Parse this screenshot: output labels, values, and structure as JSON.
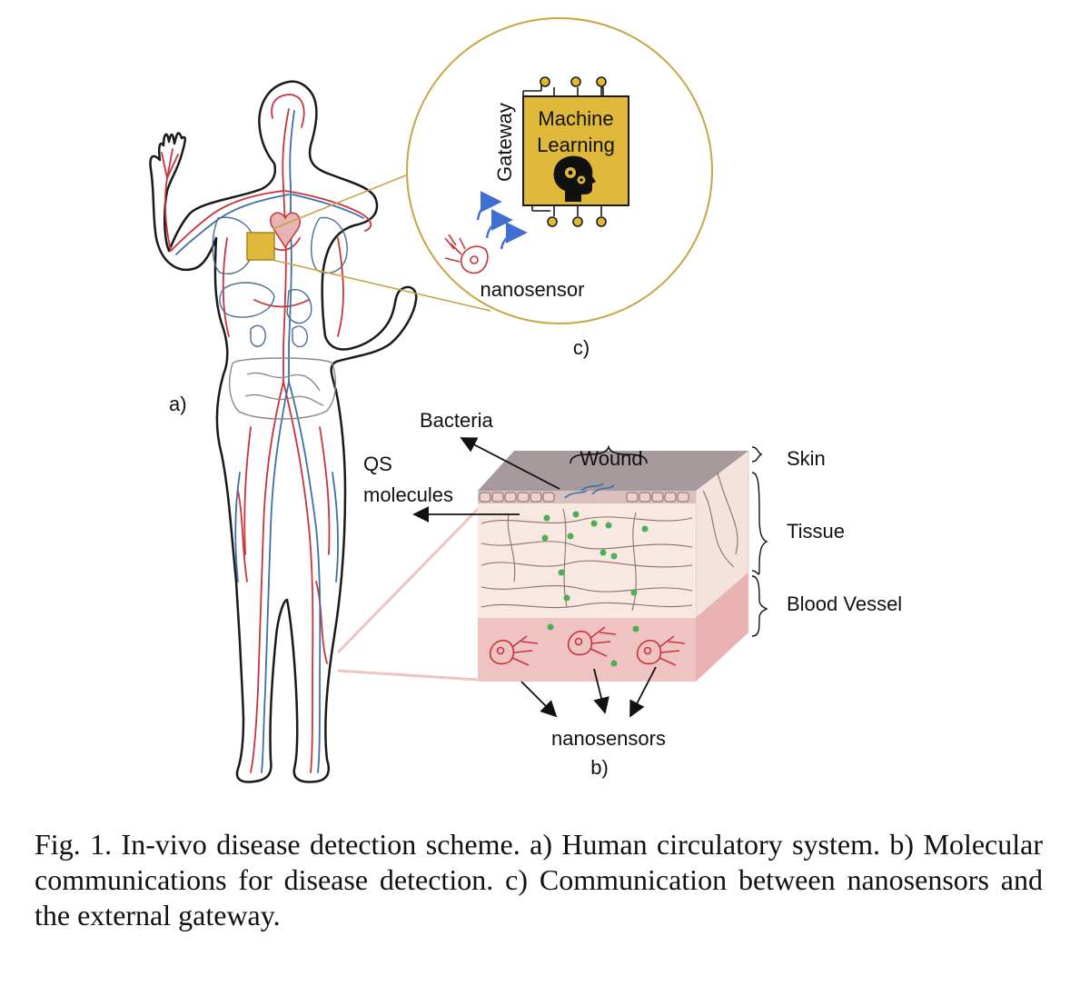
{
  "panel_a": {
    "label": "a)"
  },
  "panel_b": {
    "label": "b)",
    "bacteria": "Bacteria",
    "wound": "Wound",
    "qs_line1": "QS",
    "qs_line2": "molecules",
    "skin": "Skin",
    "tissue": "Tissue",
    "blood_vessel": "Blood Vessel",
    "nanosensors": "nanosensors"
  },
  "panel_c": {
    "label": "c)",
    "gateway": "Gateway",
    "ml_line1": "Machine",
    "ml_line2": "Learning",
    "nanosensor": "nanosensor"
  },
  "caption": "Fig. 1.  In-vivo disease detection scheme. a) Human circulatory system. b) Molecular communications for disease detection. c) Communication between nanosensors and the external gateway.",
  "colors": {
    "artery": "#c8343a",
    "vein": "#3f6fa8",
    "chip": "#e0b93a",
    "circle_outline": "#c9a447",
    "skin": "#a79a9c",
    "tissue": "#f8e8e2",
    "blood": "#efc3c1",
    "molecule": "#4caf50",
    "signal": "#3f6fd1"
  }
}
